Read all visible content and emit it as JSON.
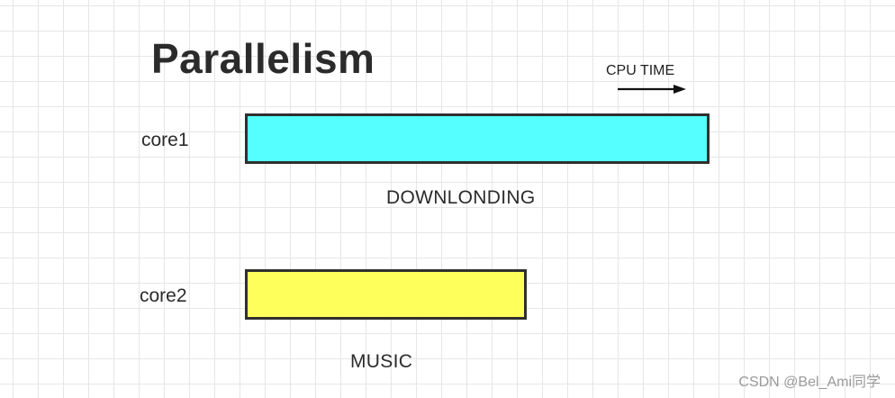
{
  "title": "Parallelism",
  "axis": {
    "label": "CPU TIME"
  },
  "cores": [
    {
      "label": "core1",
      "task": "DOWNLONDING",
      "color": "#55ffff"
    },
    {
      "label": "core2",
      "task": "MUSIC",
      "color": "#ffff5b"
    }
  ],
  "watermark": "CSDN @Bel_Ami同学"
}
